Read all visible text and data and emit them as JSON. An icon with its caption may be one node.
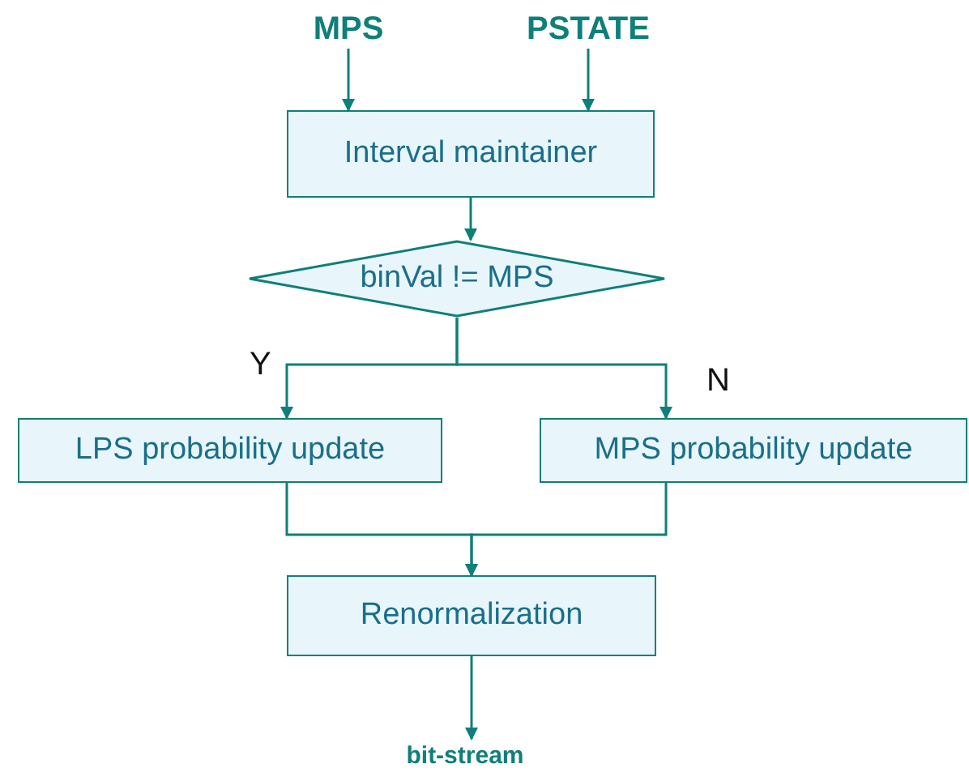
{
  "diagram": {
    "nodes": [
      {
        "text": [
          "MPS"
        ]
      },
      {
        "text": [
          "PSTATE"
        ]
      },
      {
        "text": [
          "Interval maintainer"
        ]
      },
      {
        "text": [
          "binVal != MPS"
        ]
      },
      {
        "text": [
          "LPS probability update"
        ]
      },
      {
        "text": [
          "MPS probability update"
        ]
      },
      {
        "text": [
          "Renormalization"
        ]
      },
      {
        "text": [
          "bit-stream"
        ]
      }
    ],
    "edges": [
      {
        "from": 0,
        "to": 2,
        "arrow": "to"
      },
      {
        "from": 1,
        "to": 2,
        "arrow": "to"
      },
      {
        "from": 2,
        "to": 3,
        "arrow": "to"
      },
      {
        "from": 3,
        "to": 4,
        "arrow": "to",
        "label": "Y"
      },
      {
        "from": 3,
        "to": 5,
        "arrow": "to",
        "label": "N"
      },
      {
        "from": 4,
        "to": 6,
        "arrow": "to"
      },
      {
        "from": 5,
        "to": 6,
        "arrow": "to"
      },
      {
        "from": 6,
        "to": 7,
        "arrow": "to"
      }
    ]
  }
}
